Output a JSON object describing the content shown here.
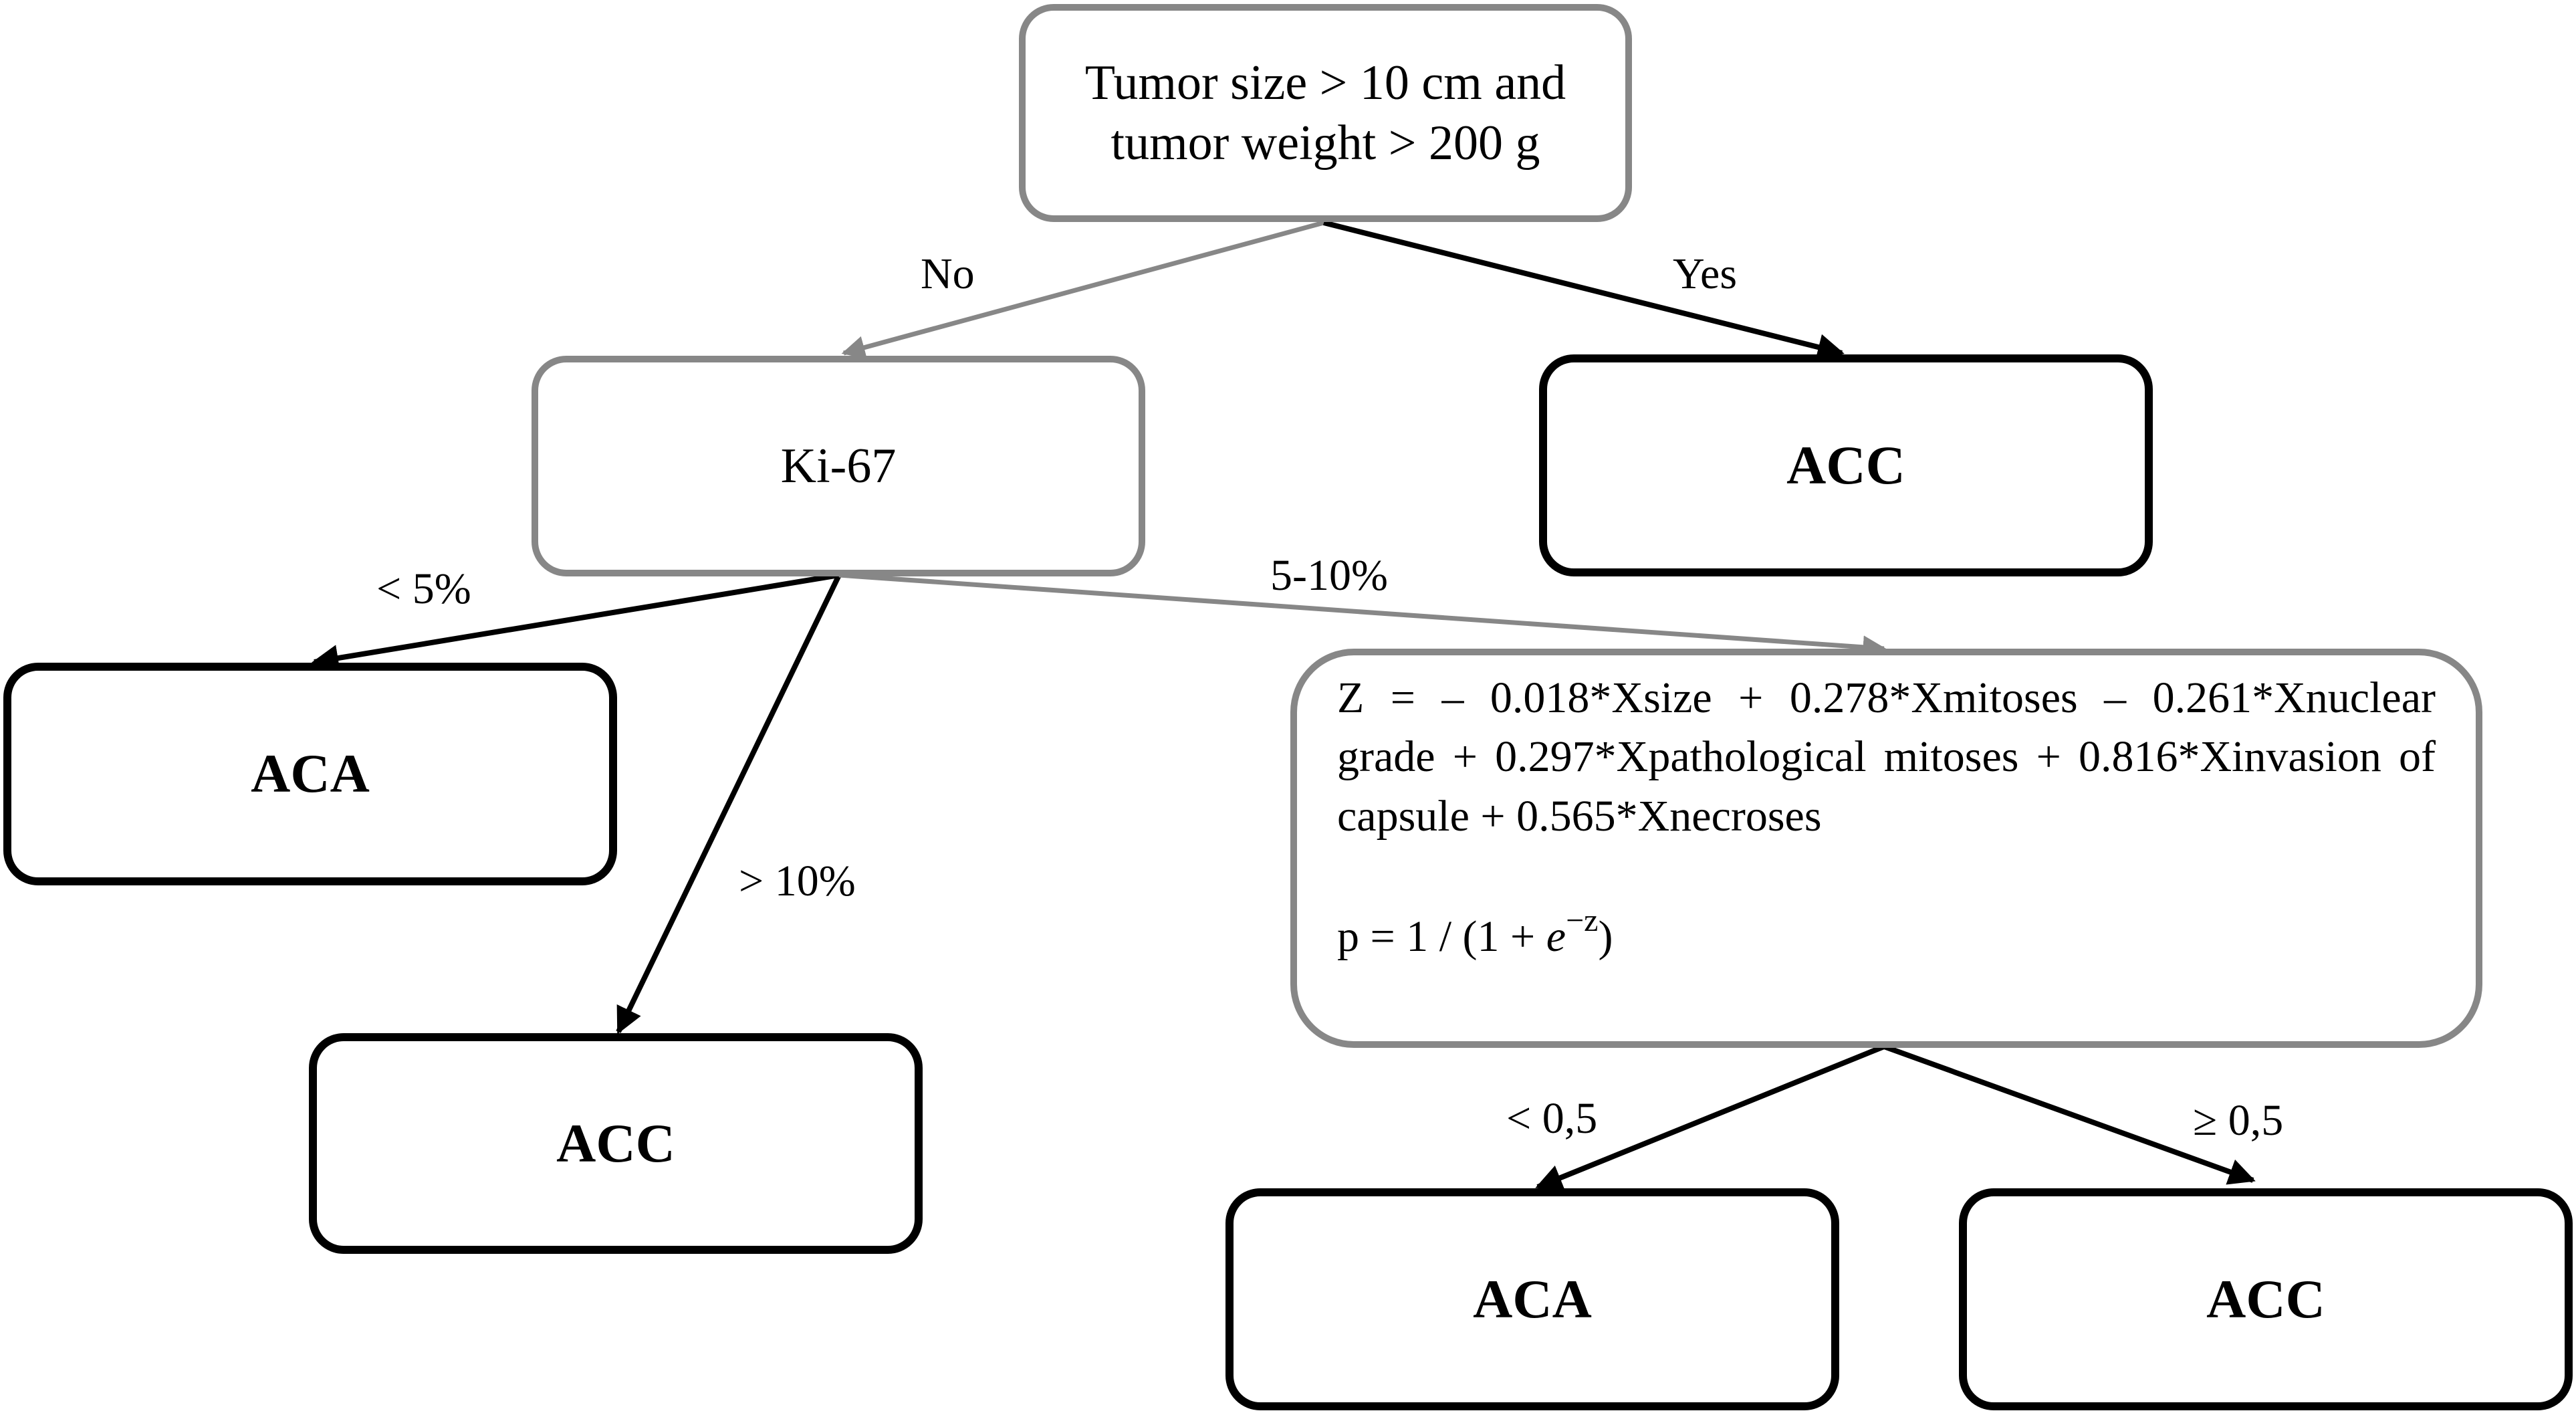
{
  "nodes": {
    "root_line1": "Tumor size > 10 cm and",
    "root_line2": "tumor weight > 200 g",
    "ki67": "Ki-67",
    "acc_top": "ACC",
    "aca_left": "ACA",
    "acc_mid": "ACC",
    "aca_bottom": "ACA",
    "acc_bottom": "ACC"
  },
  "edge_labels": {
    "no": "No",
    "yes": "Yes",
    "lt5": "< 5%",
    "gt10": "> 10%",
    "range": "5-10%",
    "lt05": "< 0,5",
    "ge05": "≥ 0,5"
  },
  "formula": {
    "z_equation": "Z = – 0.018*Xsize + 0.278*Xmitoses – 0.261*Xnuclear grade + 0.297*Xpathological mitoses + 0.816*Xinvasion of capsule + 0.565*Xnecroses",
    "p_prefix": "p = 1 / (1 + ",
    "p_base": "e",
    "p_exponent": "−z",
    "p_suffix": ")"
  },
  "colors": {
    "grey_border": "#878787",
    "black_border": "#000000"
  }
}
